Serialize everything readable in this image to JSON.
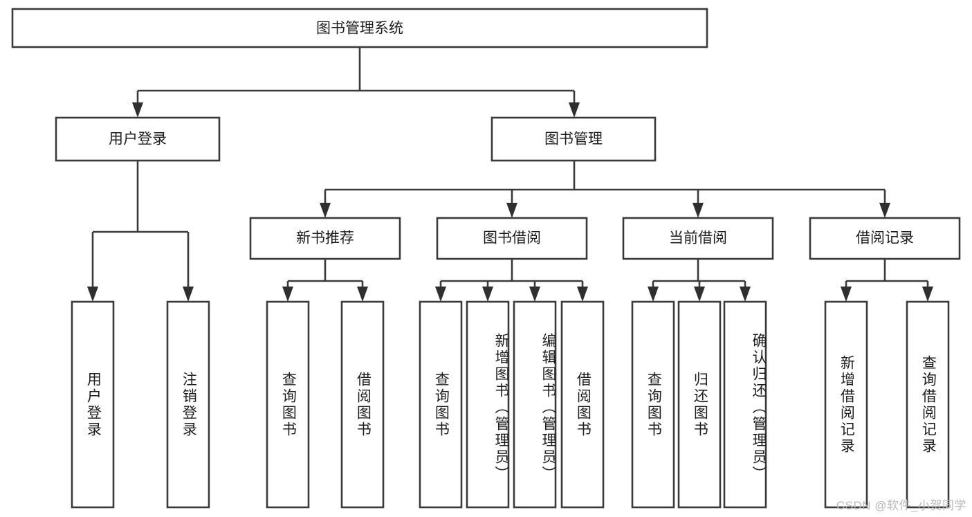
{
  "diagram": {
    "type": "tree-hierarchy",
    "title": "图书管理系统",
    "root": {
      "label": "图书管理系统"
    },
    "level2": [
      {
        "label": "用户登录"
      },
      {
        "label": "图书管理"
      }
    ],
    "level3": [
      {
        "label": "新书推荐"
      },
      {
        "label": "图书借阅"
      },
      {
        "label": "当前借阅"
      },
      {
        "label": "借阅记录"
      }
    ],
    "leaves": {
      "user_login": [
        {
          "label": "用户登录"
        },
        {
          "label": "注销登录"
        }
      ],
      "new_book_recommend": [
        {
          "label": "查询图书"
        },
        {
          "label": "借阅图书"
        }
      ],
      "book_borrow": [
        {
          "label": "查询图书"
        },
        {
          "label": "新增图书（管理员）"
        },
        {
          "label": "编辑图书（管理员）"
        },
        {
          "label": "借阅图书"
        }
      ],
      "current_borrow": [
        {
          "label": "查询图书"
        },
        {
          "label": "归还图书"
        },
        {
          "label": "确认归还（管理员）"
        }
      ],
      "borrow_record": [
        {
          "label": "新增借阅记录"
        },
        {
          "label": "查询借阅记录"
        }
      ]
    }
  },
  "watermark": {
    "text": "CSDN @软件_小贺同学"
  },
  "colors": {
    "box_stroke": "#3a3a3a",
    "connector": "#3a3a3a",
    "text": "#1d1d1d",
    "background": "#ffffff",
    "watermark": "#b9b9b9"
  }
}
